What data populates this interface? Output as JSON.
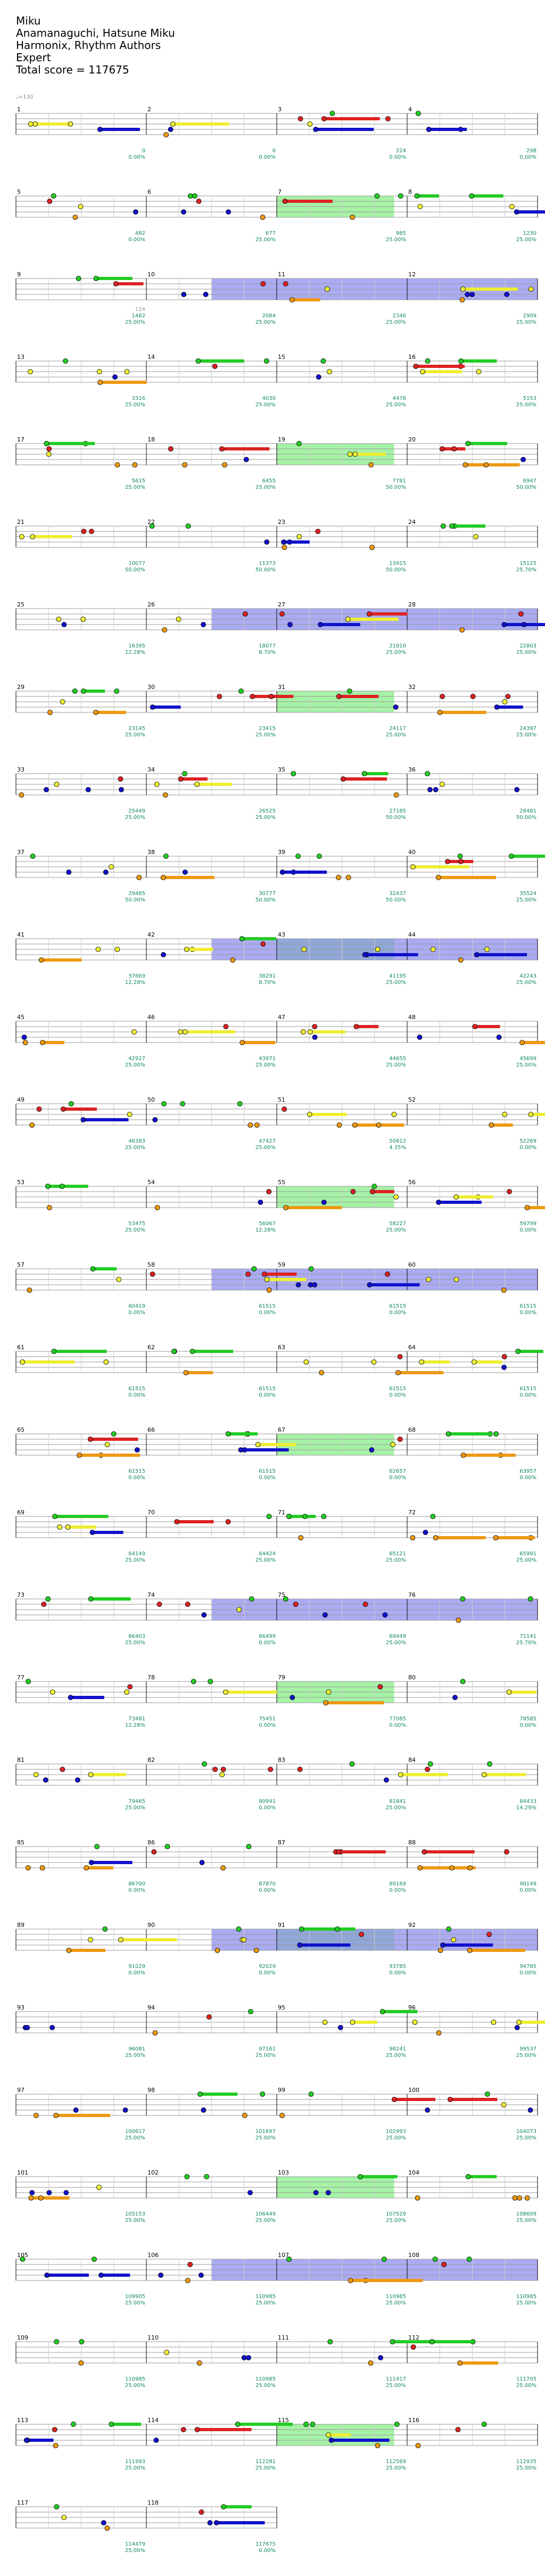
{
  "header": {
    "song": "Miku",
    "artists": "Anamanaguchi, Hatsune Miku",
    "authors": "Harmonix, Rhythm Authors",
    "difficulty": "Expert",
    "total_score_label": "Total score = ",
    "total_score": "117675"
  },
  "tempo_marker": "♩=130",
  "colors": {
    "green": "#22cc22",
    "red": "#dd2222",
    "yellow": "#eeee33",
    "blue": "#1111cc",
    "orange": "#ee9911",
    "score": "#118866",
    "phrase_count": "#999999",
    "star_power": "#8888ee",
    "solo": "#88ee88",
    "sustain_dark": "#996600"
  },
  "rows": [
    {
      "measures": [
        1,
        2,
        3,
        4
      ],
      "counts": [
        "",
        "",
        "",
        ""
      ],
      "scores": [
        "0",
        "0",
        "224",
        "298"
      ],
      "mults": [
        "0.00%",
        "0.00%",
        "0.00%",
        "0.00%"
      ]
    },
    {
      "measures": [
        5,
        6,
        7,
        8
      ],
      "counts": [
        "",
        "",
        "",
        ""
      ],
      "scores": [
        "482",
        "677",
        "985",
        "1230"
      ],
      "mults": [
        "0.00%",
        "25.00%",
        "25.00%",
        "25.00%"
      ]
    },
    {
      "measures": [
        9,
        10,
        11,
        12
      ],
      "counts": [
        "124",
        "",
        "",
        ""
      ],
      "scores": [
        "1482",
        "2084",
        "2346",
        "2909"
      ],
      "mults": [
        "25.00%",
        "25.00%",
        "25.00%",
        "25.00%"
      ]
    },
    {
      "measures": [
        13,
        14,
        15,
        16
      ],
      "counts": [
        "",
        "",
        "",
        ""
      ],
      "scores": [
        "3316",
        "4030",
        "4476",
        "5153"
      ],
      "mults": [
        "25.00%",
        "25.00%",
        "25.00%",
        "25.00%"
      ]
    },
    {
      "measures": [
        17,
        18,
        19,
        20
      ],
      "counts": [
        "",
        "",
        "",
        ""
      ],
      "scores": [
        "5615",
        "6455",
        "7781",
        "8947"
      ],
      "mults": [
        "25.00%",
        "25.00%",
        "50.00%",
        "50.00%"
      ]
    },
    {
      "measures": [
        21,
        22,
        23,
        24
      ],
      "counts": [
        "",
        "",
        "",
        ""
      ],
      "scores": [
        "10077",
        "11373",
        "13915",
        "15125"
      ],
      "mults": [
        "50.00%",
        "50.00%",
        "50.00%",
        "25.70%"
      ]
    },
    {
      "measures": [
        25,
        26,
        27,
        28
      ],
      "counts": [
        "",
        "",
        "",
        ""
      ],
      "scores": [
        "16395",
        "18077",
        "21910",
        "22803"
      ],
      "mults": [
        "12.28%",
        "8.70%",
        "25.00%",
        "25.00%"
      ]
    },
    {
      "measures": [
        29,
        30,
        31,
        32
      ],
      "counts": [
        "",
        "",
        "",
        ""
      ],
      "scores": [
        "23145",
        "23415",
        "24117",
        "24397"
      ],
      "mults": [
        "25.00%",
        "25.00%",
        "25.00%",
        "25.00%"
      ]
    },
    {
      "measures": [
        33,
        34,
        35,
        36
      ],
      "counts": [
        "",
        "",
        "",
        ""
      ],
      "scores": [
        "25449",
        "26525",
        "27185",
        "28481"
      ],
      "mults": [
        "25.00%",
        "25.00%",
        "50.00%",
        "50.00%"
      ]
    },
    {
      "measures": [
        37,
        38,
        39,
        40
      ],
      "counts": [
        "",
        "",
        "",
        ""
      ],
      "scores": [
        "29485",
        "30777",
        "32437",
        "35524"
      ],
      "mults": [
        "50.00%",
        "50.00%",
        "50.00%",
        "25.00%"
      ]
    },
    {
      "measures": [
        41,
        42,
        43,
        44
      ],
      "counts": [
        "",
        "",
        "",
        ""
      ],
      "scores": [
        "37669",
        "38291",
        "41195",
        "42243"
      ],
      "mults": [
        "12.28%",
        "8.70%",
        "25.00%",
        "25.00%"
      ]
    },
    {
      "measures": [
        45,
        46,
        47,
        48
      ],
      "counts": [
        "",
        "",
        "",
        ""
      ],
      "scores": [
        "42927",
        "43971",
        "44655",
        "45699"
      ],
      "mults": [
        "25.00%",
        "25.00%",
        "25.00%",
        "25.00%"
      ]
    },
    {
      "measures": [
        49,
        50,
        51,
        52
      ],
      "counts": [
        "",
        "",
        "",
        ""
      ],
      "scores": [
        "46383",
        "47427",
        "50812",
        "52269"
      ],
      "mults": [
        "25.00%",
        "25.00%",
        "4.35%",
        "0.00%"
      ]
    },
    {
      "measures": [
        53,
        54,
        55,
        56
      ],
      "counts": [
        "",
        "",
        "",
        ""
      ],
      "scores": [
        "53475",
        "56067",
        "58227",
        "59799"
      ],
      "mults": [
        "25.00%",
        "12.28%",
        "25.00%",
        "0.00%"
      ]
    },
    {
      "measures": [
        57,
        58,
        59,
        60
      ],
      "counts": [
        "",
        "",
        "",
        ""
      ],
      "scores": [
        "60419",
        "61515",
        "61515",
        "61515"
      ],
      "mults": [
        "0.00%",
        "0.00%",
        "0.00%",
        "0.00%"
      ]
    },
    {
      "measures": [
        61,
        62,
        63,
        64
      ],
      "counts": [
        "",
        "",
        "",
        ""
      ],
      "scores": [
        "61515",
        "61515",
        "61515",
        "61515"
      ],
      "mults": [
        "0.00%",
        "0.00%",
        "0.00%",
        "0.00%"
      ]
    },
    {
      "measures": [
        65,
        66,
        67,
        68
      ],
      "counts": [
        "",
        "",
        "",
        ""
      ],
      "scores": [
        "61515",
        "61515",
        "62657",
        "63957"
      ],
      "mults": [
        "0.00%",
        "0.00%",
        "0.00%",
        "0.00%"
      ]
    },
    {
      "measures": [
        69,
        70,
        71,
        72
      ],
      "counts": [
        "",
        "",
        "",
        ""
      ],
      "scores": [
        "64149",
        "64424",
        "65121",
        "65991"
      ],
      "mults": [
        "25.00%",
        "25.00%",
        "25.00%",
        "25.00%"
      ]
    },
    {
      "measures": [
        73,
        74,
        75,
        76
      ],
      "counts": [
        "",
        "",
        "",
        ""
      ],
      "scores": [
        "66403",
        "66499",
        "69449",
        "71141"
      ],
      "mults": [
        "25.00%",
        "0.00%",
        "25.00%",
        "25.70%"
      ]
    },
    {
      "measures": [
        77,
        78,
        79,
        80
      ],
      "counts": [
        "",
        "",
        "",
        ""
      ],
      "scores": [
        "73481",
        "75451",
        "77085",
        "78585"
      ],
      "mults": [
        "12.28%",
        "0.00%",
        "0.00%",
        "0.00%"
      ]
    },
    {
      "measures": [
        81,
        82,
        83,
        84
      ],
      "counts": [
        "",
        "",
        "",
        ""
      ],
      "scores": [
        "79465",
        "80941",
        "81841",
        "84433"
      ],
      "mults": [
        "25.00%",
        "0.00%",
        "25.00%",
        "14.29%"
      ]
    },
    {
      "measures": [
        85,
        86,
        87,
        88
      ],
      "counts": [
        "",
        "",
        "",
        ""
      ],
      "scores": [
        "86700",
        "87870",
        "89169",
        "90149"
      ],
      "mults": [
        "0.00%",
        "0.00%",
        "0.00%",
        "0.00%"
      ]
    },
    {
      "measures": [
        89,
        90,
        91,
        92
      ],
      "counts": [
        "",
        "",
        "",
        ""
      ],
      "scores": [
        "91029",
        "92029",
        "93785",
        "94785"
      ],
      "mults": [
        "0.00%",
        "0.00%",
        "0.00%",
        "0.00%"
      ]
    },
    {
      "measures": [
        93,
        94,
        95,
        96
      ],
      "counts": [
        "",
        "",
        "",
        ""
      ],
      "scores": [
        "96081",
        "97161",
        "98241",
        "99537"
      ],
      "mults": [
        "25.00%",
        "25.00%",
        "25.00%",
        "25.00%"
      ]
    },
    {
      "measures": [
        97,
        98,
        99,
        100
      ],
      "counts": [
        "",
        "",
        "",
        ""
      ],
      "scores": [
        "100617",
        "101697",
        "102993",
        "104073"
      ],
      "mults": [
        "25.00%",
        "25.00%",
        "25.00%",
        "25.00%"
      ]
    },
    {
      "measures": [
        101,
        102,
        103,
        104
      ],
      "counts": [
        "",
        "",
        "",
        ""
      ],
      "scores": [
        "105153",
        "106449",
        "107529",
        "108609"
      ],
      "mults": [
        "25.00%",
        "25.00%",
        "25.00%",
        "25.00%"
      ]
    },
    {
      "measures": [
        105,
        106,
        107,
        108
      ],
      "counts": [
        "",
        "",
        "",
        ""
      ],
      "scores": [
        "109905",
        "110985",
        "110985",
        "110985"
      ],
      "mults": [
        "25.00%",
        "25.00%",
        "25.00%",
        "25.00%"
      ]
    },
    {
      "measures": [
        109,
        110,
        111,
        112
      ],
      "counts": [
        "",
        "",
        "",
        ""
      ],
      "scores": [
        "110985",
        "110985",
        "111417",
        "111705"
      ],
      "mults": [
        "25.00%",
        "25.00%",
        "25.00%",
        "25.00%"
      ]
    },
    {
      "measures": [
        113,
        114,
        115,
        116
      ],
      "counts": [
        "",
        "",
        "",
        ""
      ],
      "scores": [
        "111993",
        "112281",
        "112569",
        "112935"
      ],
      "mults": [
        "25.00%",
        "25.00%",
        "25.00%",
        "25.00%"
      ]
    },
    {
      "measures": [
        117,
        118
      ],
      "counts": [
        "",
        ""
      ],
      "scores": [
        "114479",
        "117675"
      ],
      "mults": [
        "25.00%",
        "0.00%"
      ]
    }
  ]
}
